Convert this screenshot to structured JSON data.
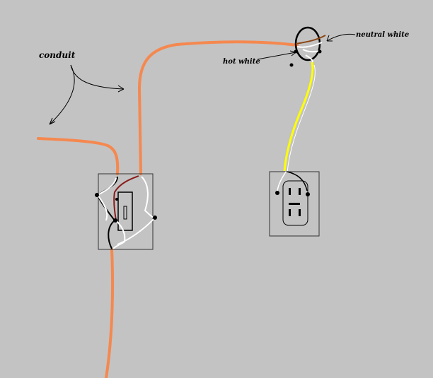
{
  "labels": {
    "conduit": "conduit",
    "hot_white": "hot white",
    "neutral_white": "neutral white"
  },
  "colors": {
    "background": "#c3c3c3",
    "conduit": "#f5884f",
    "hot": "#000000",
    "neutral": "#ffffff",
    "yellow_wire": "#ffff00",
    "red_wire": "#8b1a1a",
    "brown_wire": "#8b4513",
    "device_outline": "#333333"
  }
}
